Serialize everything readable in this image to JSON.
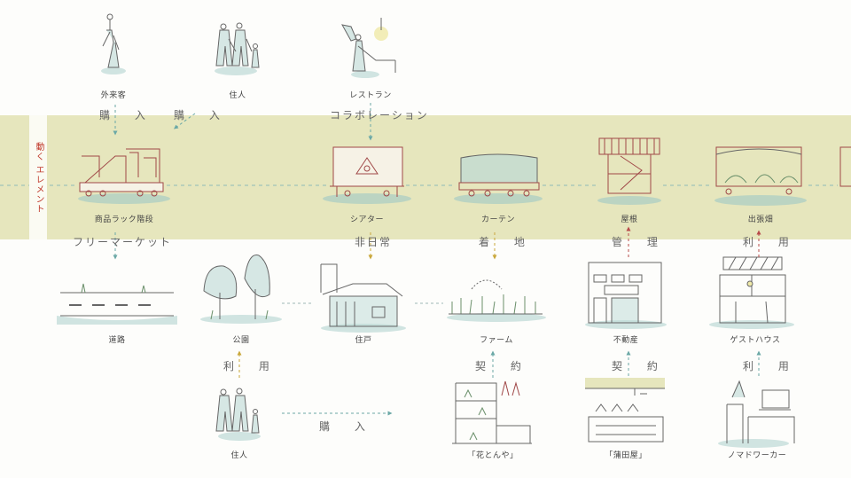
{
  "band": {
    "label": "動く エレメント",
    "color": "#e6e6bd"
  },
  "colors": {
    "teal": "#6aa8a6",
    "gold": "#c9a73a",
    "red": "#b84a4a",
    "stroke": "#666666",
    "wash": "#bcd9d6"
  },
  "top": {
    "visitor": "外来客",
    "resident": "住人",
    "restaurant": "レストラン"
  },
  "carts": {
    "shop_rack": "商品ラック階段",
    "theater": "シアター",
    "curtain": "カーテン",
    "roof": "屋根",
    "field": "出張畑"
  },
  "ground": {
    "road": "道路",
    "park": "公園",
    "house": "住戸",
    "farm": "ファーム",
    "estate": "不動産",
    "guesthouse": "ゲストハウス"
  },
  "bottom": {
    "resident": "住人",
    "flower": "「花とんや」",
    "kamata": "「蒲田屋」",
    "nomad": "ノマドワーカー"
  },
  "relations": {
    "buy1": "購 入",
    "buy2": "購 入",
    "collab": "コラボレーション",
    "flea": "フリーマーケット",
    "extraordinary": "非日常",
    "landing": "着 地",
    "manage": "管 理",
    "use1": "利 用",
    "use2": "利 用",
    "use3": "利 用",
    "contract1": "契 約",
    "contract2": "契 約",
    "buy3": "購 入"
  }
}
